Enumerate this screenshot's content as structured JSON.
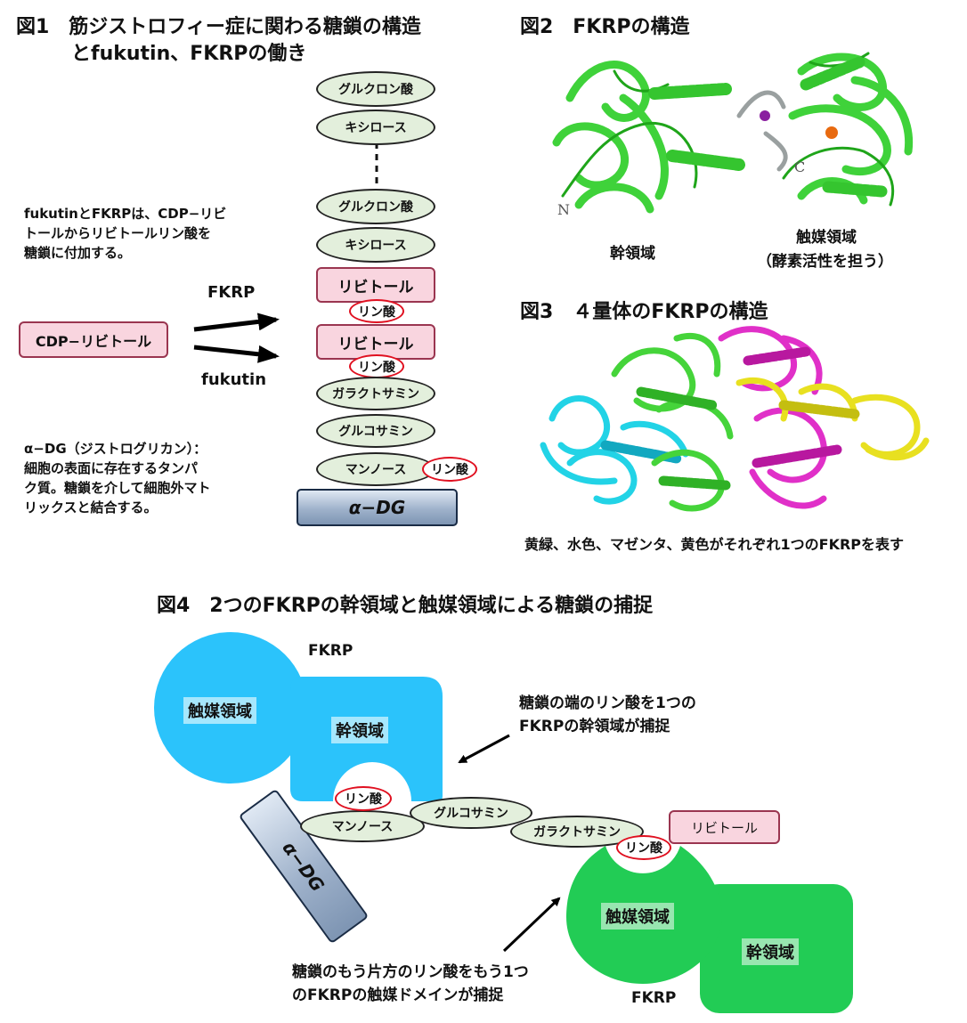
{
  "fig1": {
    "title_line1": "図1　筋ジストロフィー症に関わる糖鎖の構造",
    "title_line2": "とfukutin、FKRPの働き",
    "chain_top": [
      "グルクロン酸",
      "キシロース"
    ],
    "chain_mid": [
      "グルクロン酸",
      "キシロース"
    ],
    "ribitol1": "リビトール",
    "phosphate1": "リン酸",
    "ribitol2": "リビトール",
    "phosphate2": "リン酸",
    "galactosamine": "ガラクトサミン",
    "glucosamine": "グルコサミン",
    "mannose": "マンノース",
    "mannose_phosphate": "リン酸",
    "dg_label": "α−DG",
    "cdp_label": "CDP−リビトール",
    "fkrp_arrow_label": "FKRP",
    "fukutin_arrow_label": "fukutin",
    "note_fukutin": [
      "fukutinとFKRPは、CDP−リビ",
      "トールからリビトールリン酸を",
      "糖鎖に付加する。"
    ],
    "note_dg": [
      "α−DG（ジストログリカン）：",
      "細胞の表面に存在するタンパ",
      "ク質。糖鎖を介して細胞外マト",
      "リックスと結合する。"
    ]
  },
  "fig2": {
    "title": "図2　FKRPの構造",
    "label_N": "N",
    "label_C": "C",
    "stem_domain": "幹領域",
    "catalytic_domain": "触媒領域",
    "catalytic_note": "（酵素活性を担う）"
  },
  "fig3": {
    "title": "図3　４量体のFKRPの構造",
    "caption": "黄緑、水色、マゼンタ、黄色がそれぞれ1つのFKRPを表す"
  },
  "fig4": {
    "title": "図4　2つのFKRPの幹領域と触媒領域による糖鎖の捕捉",
    "fkrp_top": "FKRP",
    "fkrp_bottom": "FKRP",
    "cat_top": "触媒領域",
    "stem_top": "幹領域",
    "cat_bottom": "触媒領域",
    "stem_bottom": "幹領域",
    "phosphate_top": "リン酸",
    "phosphate_bottom": "リン酸",
    "mannose": "マンノース",
    "glucosamine": "グルコサミン",
    "galactosamine": "ガラクトサミン",
    "ribitol": "リビトール",
    "dg_label": "α−DG",
    "note_top": [
      "糖鎖の端のリン酸を1つの",
      "FKRPの幹領域が捕捉"
    ],
    "note_bottom": [
      "糖鎖のもう片方のリン酸をもう1つ",
      "のFKRPの触媒ドメインが捕捉"
    ]
  },
  "colors": {
    "protein_green": "#3fd23a",
    "protein_cyan": "#22d3e6",
    "protein_magenta": "#e030c8",
    "protein_yellow": "#e8e020",
    "domain_blue": "#2bc3fb",
    "domain_green": "#22cc55",
    "sugar_fill": "#e3efdc",
    "ribitol_fill": "#f9d5df",
    "phosphate_ring": "#e01020"
  }
}
